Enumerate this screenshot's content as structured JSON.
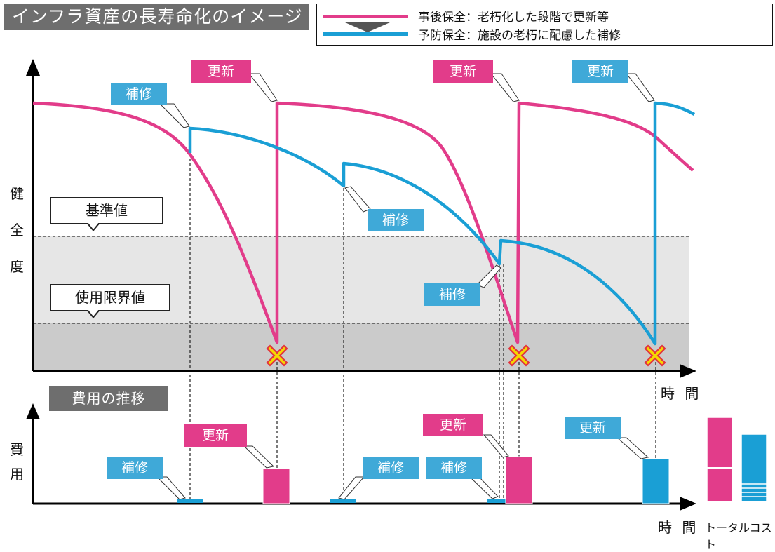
{
  "header": {
    "title": "インフラ資産の長寿命化のイメージ"
  },
  "legend": {
    "items": [
      {
        "label": "事後保全：老朽化した段階で更新等",
        "color": "#e23c8a"
      },
      {
        "label": "予防保全：施設の老朽に配慮した補修",
        "color": "#1a9fd5"
      }
    ]
  },
  "upper_chart": {
    "y_label": [
      "健",
      "全",
      "度"
    ],
    "x_label": "時 間",
    "reference_lines": [
      {
        "label": "基準値"
      },
      {
        "label": "使用限界値"
      }
    ],
    "callouts": {
      "repair_1": "補修",
      "repair_2": "補修",
      "repair_3": "補修",
      "renew_1": "更新",
      "renew_2": "更新",
      "renew_3": "更新"
    }
  },
  "lower_chart": {
    "title": "費用の推移",
    "y_label": [
      "費",
      "用"
    ],
    "x_label": "時 間",
    "total_cost_label": "トータルコスト",
    "callouts": {
      "repair_1": "補修",
      "repair_2": "補修",
      "repair_3": "補修",
      "renew_1": "更新",
      "renew_2": "更新",
      "renew_3": "更新"
    }
  },
  "colors": {
    "pink": "#e23c8a",
    "blue": "#1a9fd5",
    "callout_blue": "#3fa9d8",
    "shade_light": "#e6e6e6",
    "shade_dark": "#c8c8c8",
    "cross": "#f5d800"
  }
}
